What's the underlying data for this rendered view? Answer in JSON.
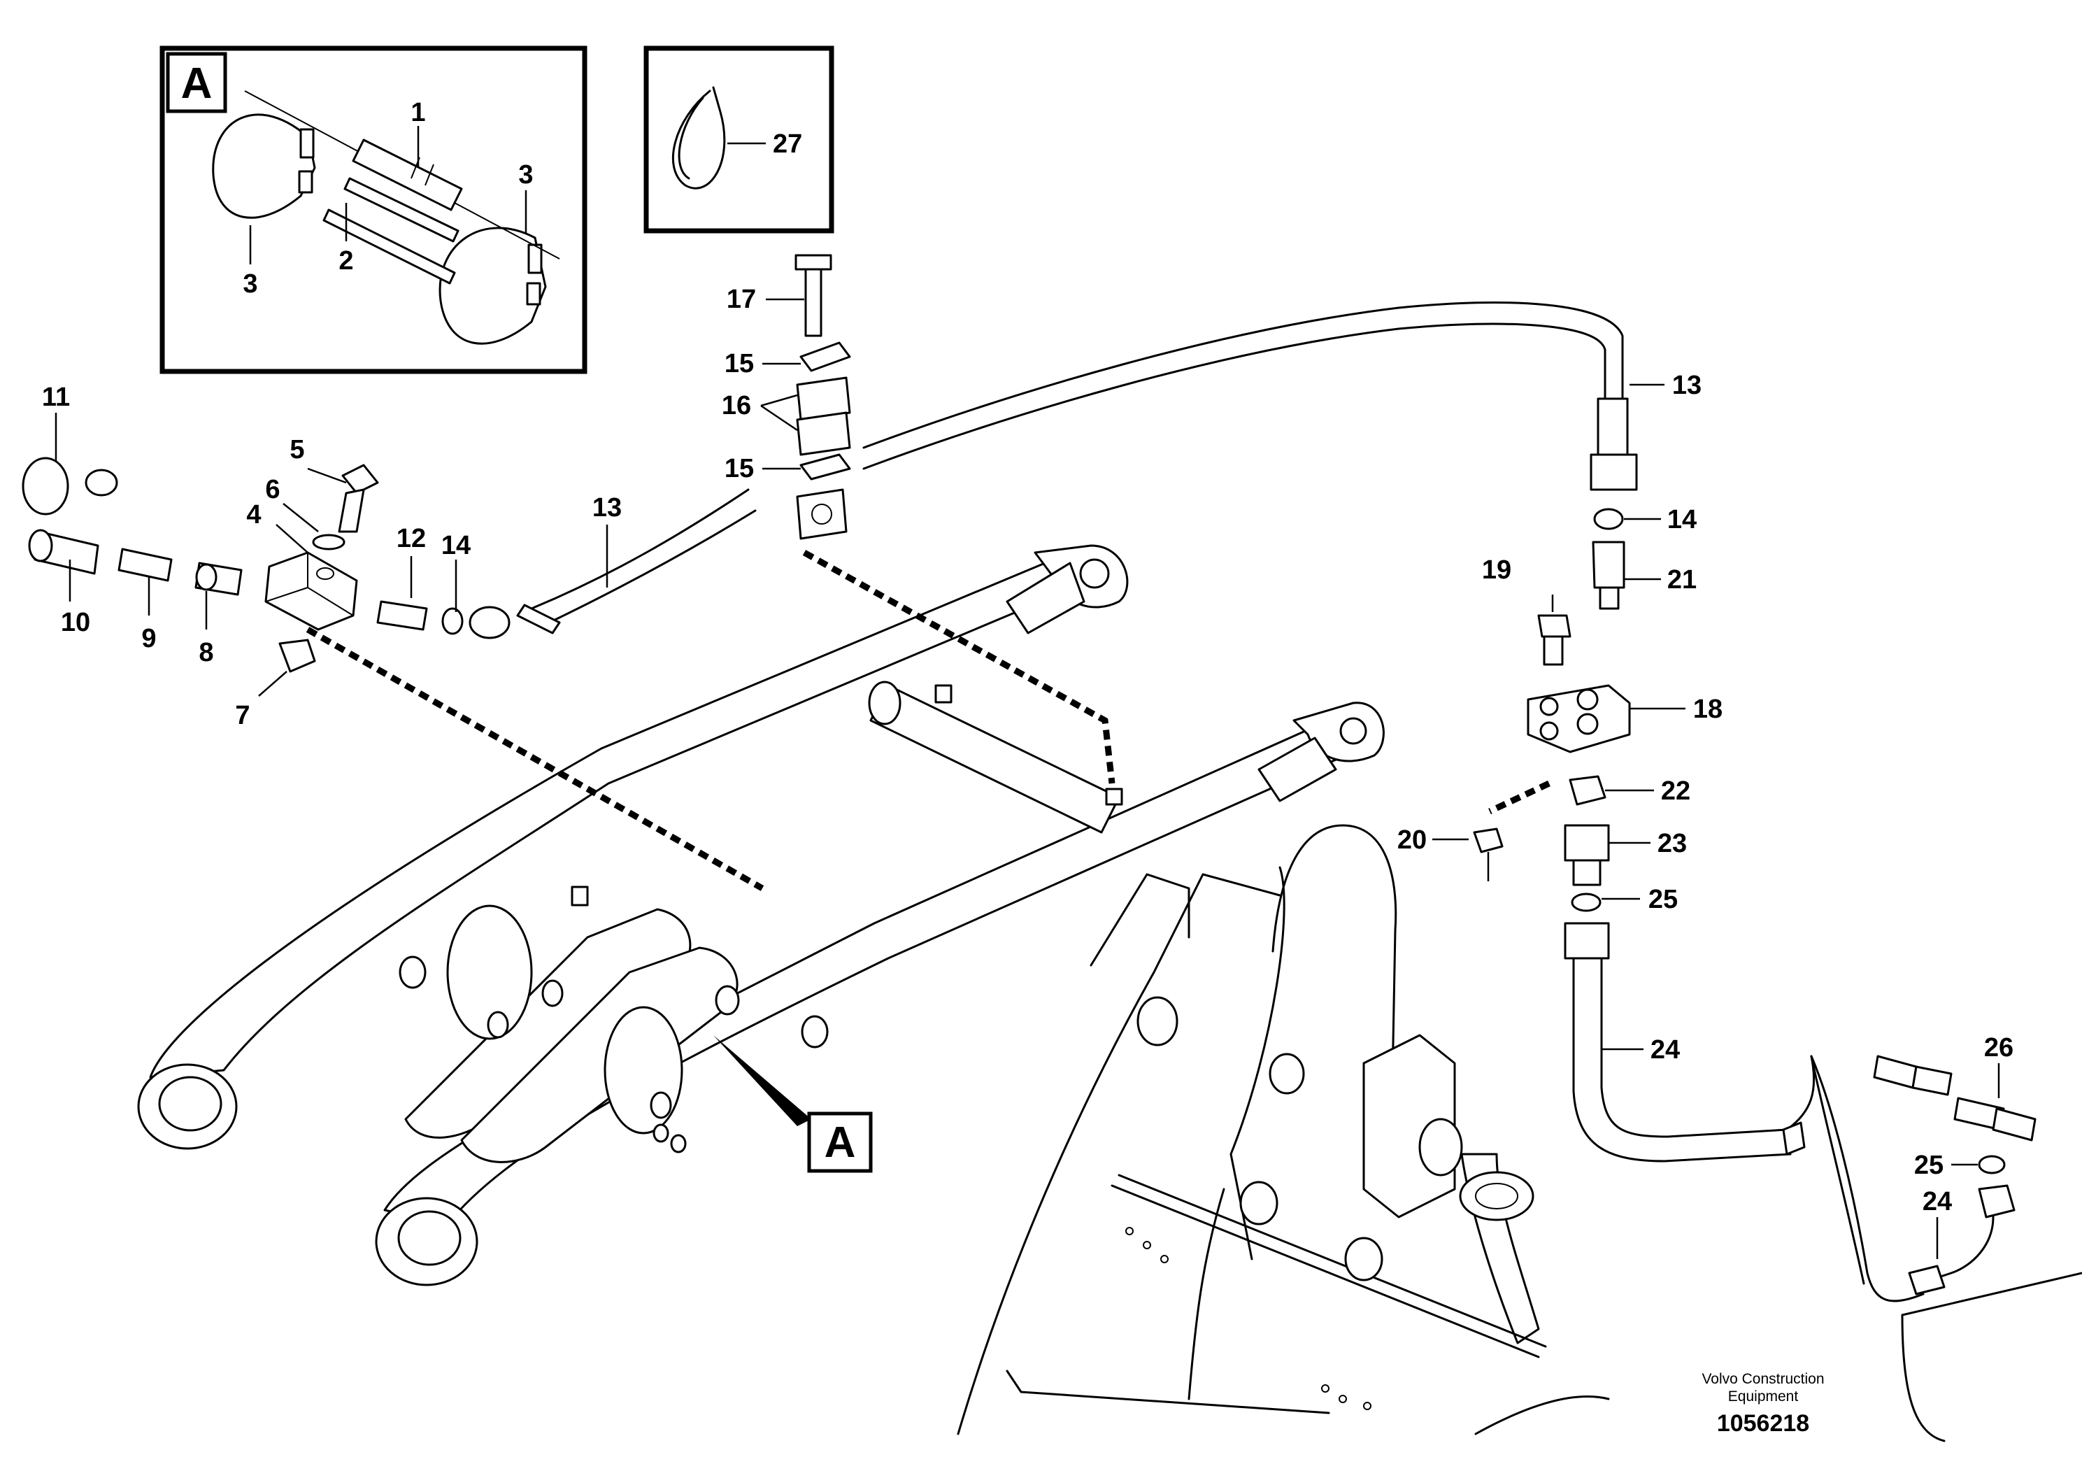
{
  "inset_callout": "A",
  "detail_marker": "A",
  "labels": {
    "p1": "1",
    "p2": "2",
    "p3a": "3",
    "p3b": "3",
    "p4": "4",
    "p5": "5",
    "p6": "6",
    "p7": "7",
    "p8": "8",
    "p9": "9",
    "p10": "10",
    "p11": "11",
    "p12": "12",
    "p13a": "13",
    "p13b": "13",
    "p14a": "14",
    "p14b": "14",
    "p15a": "15",
    "p15b": "15",
    "p16": "16",
    "p17": "17",
    "p18": "18",
    "p19": "19",
    "p20": "20",
    "p21": "21",
    "p22": "22",
    "p23": "23",
    "p24a": "24",
    "p24b": "24",
    "p25a": "25",
    "p25b": "25",
    "p26": "26",
    "p27": "27"
  },
  "footer": {
    "brand_line1": "Volvo Construction",
    "brand_line2": "Equipment",
    "doc_number": "1056218"
  }
}
